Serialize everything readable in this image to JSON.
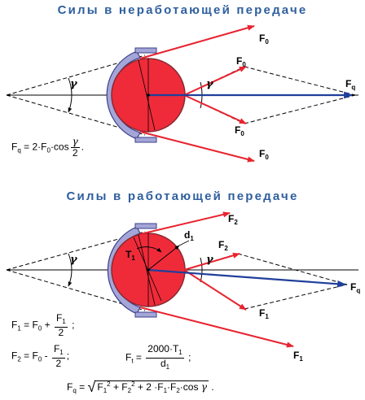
{
  "titles": {
    "top": "Силы в неработающей передаче",
    "bottom": "Силы в работающей передаче"
  },
  "top_diagram": {
    "labels": {
      "F0_a": "F",
      "F0_a_sub": "0",
      "F0_b": "F",
      "F0_b_sub": "0",
      "F0_c": "F",
      "F0_c_sub": "0",
      "F0_d": "F",
      "F0_d_sub": "0",
      "Fq": "F",
      "Fq_sub": "q",
      "gamma_left": "γ",
      "gamma_right": "γ"
    },
    "formula": {
      "lhs": "F",
      "lhs_sub": "q",
      "mid": " = 2·F",
      "mid_sub": "0",
      "tail": "·cos",
      "num": "γ",
      "den": "2",
      "end": "."
    }
  },
  "bottom_diagram": {
    "labels": {
      "F2_a": "F",
      "F2_a_sub": "2",
      "F2_b": "F",
      "F2_b_sub": "2",
      "F1_a": "F",
      "F1_a_sub": "1",
      "F1_b": "F",
      "F1_b_sub": "1",
      "Fq": "F",
      "Fq_sub": "q",
      "d1": "d",
      "d1_sub": "1",
      "T1": "T",
      "T1_sub": "1",
      "gamma_left": "γ",
      "gamma_right": "γ"
    },
    "formula_f1": {
      "lhs": "F",
      "lhs_sub": "1",
      "mid": " = F",
      "mid_sub": "0",
      "op": " + ",
      "num": "F",
      "num_sub": "1",
      "den": "2",
      "end": " ;"
    },
    "formula_f2": {
      "lhs": "F",
      "lhs_sub": "2",
      "mid": " = F",
      "mid_sub": "0",
      "op": " - ",
      "num": "F",
      "num_sub": "1",
      "den": "2",
      "end": ";"
    },
    "formula_ft": {
      "lhs": "F",
      "lhs_sub": "t",
      "eq": " = ",
      "num": "2000·T",
      "num_sub": "1",
      "den": "d",
      "den_sub": "1",
      "end": " ;"
    },
    "formula_fq": {
      "lhs": "F",
      "lhs_sub": "q",
      "eq": " = ",
      "t1": "F",
      "t1_sub": "1",
      "t1_sup": "2",
      "plus1": " +  F",
      "t2_sub": "2",
      "t2_sup": "2",
      "plus2": "  +  2 ·F",
      "t3_sub": "1",
      "mid3": "·F",
      "t4_sub": "2",
      "tail": "·cos",
      "g": "γ",
      "end": "  ."
    }
  },
  "colors": {
    "title": "#2f5f9e",
    "pulley": "#ef2b3a",
    "pulley_edge": "#8a2a33",
    "belt": "#a5a6d8",
    "belt_edge": "#3a3f88",
    "force_arrow": "#e8232f",
    "result_arrow": "#1f3f9a"
  }
}
